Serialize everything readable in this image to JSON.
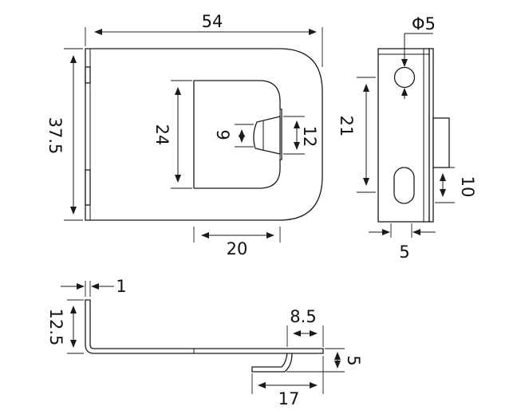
{
  "views": {
    "front": {
      "width_label": "54",
      "height_label": "37.5",
      "window_height_label": "24",
      "window_width_label": "20",
      "tab_inner_label": "9",
      "tab_outer_label": "12"
    },
    "side": {
      "hole_diameter_label": "Φ5",
      "hole_spacing_label": "21",
      "slot_height_label": "10",
      "offset_label": "5"
    },
    "bottom": {
      "thickness_label": "1",
      "lip_height_label": "12.5",
      "step_length_label": "8.5",
      "step_height_label": "5",
      "foot_length_label": "17"
    }
  }
}
